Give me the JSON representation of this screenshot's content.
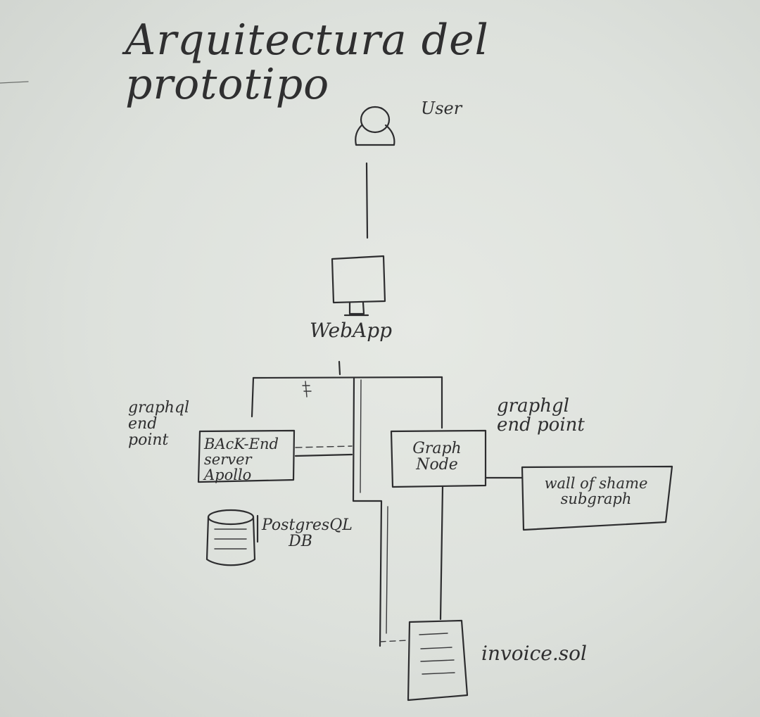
{
  "title": "Arquitectura del prototipo",
  "nodes": {
    "user": {
      "label": "User",
      "icon": "user-icon"
    },
    "webapp": {
      "label": "WebApp",
      "icon": "monitor-icon"
    },
    "backend": {
      "label": "BAcK-End\nserver Apollo"
    },
    "postgres": {
      "label": "PostgresQL\nDB",
      "icon": "database-icon"
    },
    "graph_node": {
      "label": "Graph\nNode"
    },
    "subgraph": {
      "label": "wall of shame\nsubgraph"
    },
    "invoice": {
      "label": "invoice.sol",
      "icon": "document-icon"
    }
  },
  "edge_labels": {
    "left_endpoint": "graphql\nend\npoint",
    "right_endpoint": "graphgl\nend point"
  },
  "colors": {
    "ink": "#2d2d2f",
    "paper": "#e3e6e1"
  }
}
